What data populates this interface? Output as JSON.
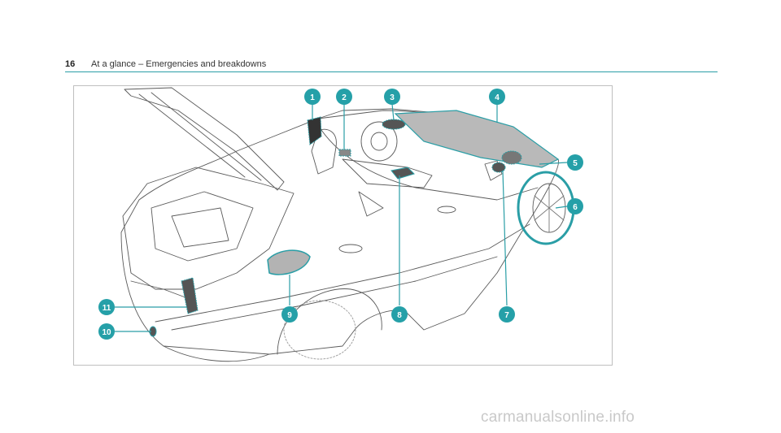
{
  "header": {
    "page_number": "16",
    "title": "At a glance – Emergencies and breakdowns"
  },
  "figure": {
    "callouts": [
      "1",
      "2",
      "3",
      "4",
      "5",
      "6",
      "7",
      "8",
      "9",
      "10",
      "11"
    ]
  },
  "watermark": "carmanualsonline.info",
  "colors": {
    "accent": "#2a9ea6",
    "callout_fill": "#25a0a8",
    "outline": "#555555"
  }
}
